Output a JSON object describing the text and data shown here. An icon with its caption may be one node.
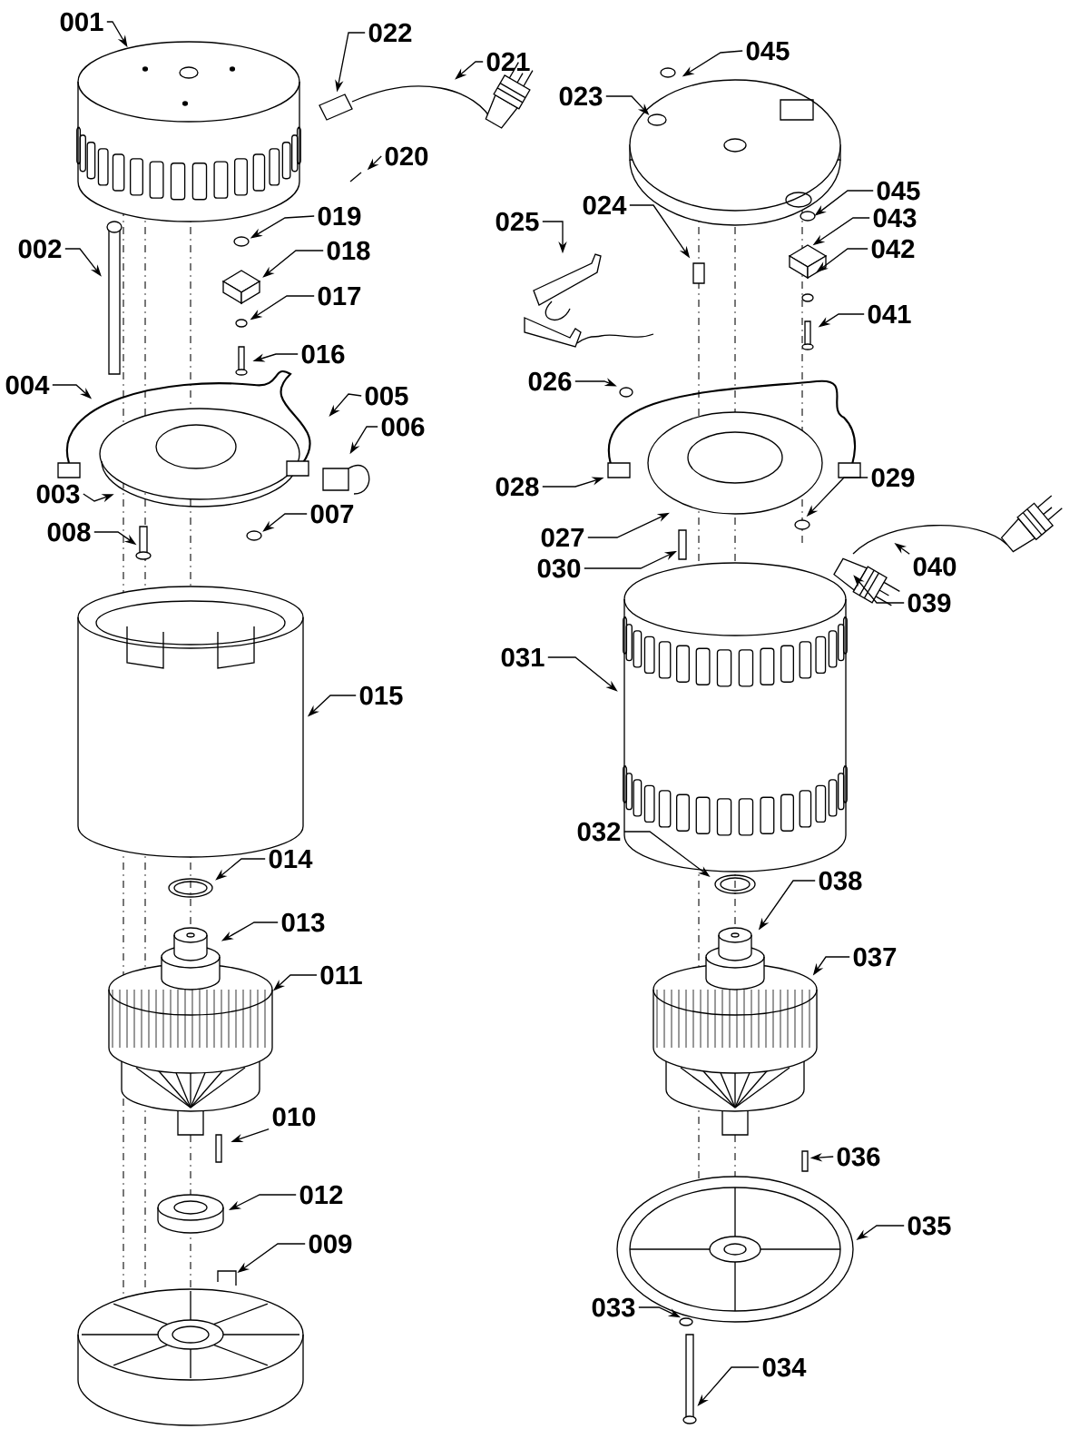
{
  "diagram": {
    "nodes": [
      {
        "text": [
          "001"
        ]
      },
      {
        "text": [
          "022"
        ]
      },
      {
        "text": [
          "045"
        ]
      },
      {
        "text": [
          "021"
        ]
      },
      {
        "text": [
          "023"
        ]
      },
      {
        "text": [
          "020"
        ]
      },
      {
        "text": [
          "045"
        ]
      },
      {
        "text": [
          "019"
        ]
      },
      {
        "text": [
          "043"
        ]
      },
      {
        "text": [
          "024"
        ]
      },
      {
        "text": [
          "025"
        ]
      },
      {
        "text": [
          "002"
        ]
      },
      {
        "text": [
          "042"
        ]
      },
      {
        "text": [
          "018"
        ]
      },
      {
        "text": [
          "017"
        ]
      },
      {
        "text": [
          "041"
        ]
      },
      {
        "text": [
          "016"
        ]
      },
      {
        "text": [
          "026"
        ]
      },
      {
        "text": [
          "004"
        ]
      },
      {
        "text": [
          "005"
        ]
      },
      {
        "text": [
          "006"
        ]
      },
      {
        "text": [
          "029"
        ]
      },
      {
        "text": [
          "028"
        ]
      },
      {
        "text": [
          "003"
        ]
      },
      {
        "text": [
          "007"
        ]
      },
      {
        "text": [
          "027"
        ]
      },
      {
        "text": [
          "008"
        ]
      },
      {
        "text": [
          "040"
        ]
      },
      {
        "text": [
          "030"
        ]
      },
      {
        "text": [
          "039"
        ]
      },
      {
        "text": [
          "031"
        ]
      },
      {
        "text": [
          "015"
        ]
      },
      {
        "text": [
          "032"
        ]
      },
      {
        "text": [
          "014"
        ]
      },
      {
        "text": [
          "038"
        ]
      },
      {
        "text": [
          "013"
        ]
      },
      {
        "text": [
          "037"
        ]
      },
      {
        "text": [
          "011"
        ]
      },
      {
        "text": [
          "010"
        ]
      },
      {
        "text": [
          "036"
        ]
      },
      {
        "text": [
          "012"
        ]
      },
      {
        "text": [
          "035"
        ]
      },
      {
        "text": [
          "009"
        ]
      },
      {
        "text": [
          "033"
        ]
      },
      {
        "text": [
          "034"
        ]
      },
      {
        "text": [],
        "shape": "picture"
      }
    ],
    "edges": [
      {
        "from": 0,
        "to": null,
        "arrow": "to"
      },
      {
        "from": 1,
        "to": null,
        "arrow": "to"
      },
      {
        "from": 2,
        "to": null,
        "arrow": "to"
      },
      {
        "from": 3,
        "to": null,
        "arrow": "to"
      },
      {
        "from": 4,
        "to": null,
        "arrow": "to"
      },
      {
        "from": 5,
        "to": null,
        "arrow": "to"
      },
      {
        "from": 6,
        "to": null,
        "arrow": "to"
      },
      {
        "from": 7,
        "to": null,
        "arrow": "to"
      },
      {
        "from": 8,
        "to": null,
        "arrow": "to"
      },
      {
        "from": 9,
        "to": null,
        "arrow": "to"
      },
      {
        "from": 10,
        "to": 45,
        "arrow": "to"
      },
      {
        "from": 11,
        "to": null,
        "arrow": "to"
      },
      {
        "from": 12,
        "to": null,
        "arrow": "to"
      },
      {
        "from": 13,
        "to": null,
        "arrow": "to"
      },
      {
        "from": 14,
        "to": null,
        "arrow": "to"
      },
      {
        "from": 15,
        "to": null,
        "arrow": "to"
      },
      {
        "from": 16,
        "to": null,
        "arrow": "to"
      },
      {
        "from": 17,
        "to": null,
        "arrow": "to"
      },
      {
        "from": 18,
        "to": null,
        "arrow": "to"
      },
      {
        "from": 19,
        "to": null,
        "arrow": "to"
      },
      {
        "from": 20,
        "to": null,
        "arrow": "to"
      },
      {
        "from": 21,
        "to": null,
        "arrow": "to"
      },
      {
        "from": 22,
        "to": null,
        "arrow": "to"
      },
      {
        "from": 23,
        "to": null,
        "arrow": "to"
      },
      {
        "from": 24,
        "to": null,
        "arrow": "to"
      },
      {
        "from": 25,
        "to": null,
        "arrow": "to"
      },
      {
        "from": 26,
        "to": null,
        "arrow": "to"
      },
      {
        "from": 27,
        "to": null,
        "arrow": "to"
      },
      {
        "from": 28,
        "to": null,
        "arrow": "to"
      },
      {
        "from": 29,
        "to": null,
        "arrow": "to"
      },
      {
        "from": 30,
        "to": null,
        "arrow": "to"
      },
      {
        "from": 31,
        "to": null,
        "arrow": "to"
      },
      {
        "from": 32,
        "to": null,
        "arrow": "to"
      },
      {
        "from": 33,
        "to": null,
        "arrow": "to"
      },
      {
        "from": 34,
        "to": null,
        "arrow": "to"
      },
      {
        "from": 35,
        "to": null,
        "arrow": "to"
      },
      {
        "from": 36,
        "to": null,
        "arrow": "to"
      },
      {
        "from": 37,
        "to": null,
        "arrow": "to"
      },
      {
        "from": 38,
        "to": null,
        "arrow": "to"
      },
      {
        "from": 39,
        "to": null,
        "arrow": "to"
      },
      {
        "from": 40,
        "to": null,
        "arrow": "to"
      },
      {
        "from": 41,
        "to": null,
        "arrow": "to"
      },
      {
        "from": 42,
        "to": null,
        "arrow": "to"
      },
      {
        "from": 43,
        "to": null,
        "arrow": "to"
      },
      {
        "from": 44,
        "to": null,
        "arrow": "to"
      }
    ]
  }
}
